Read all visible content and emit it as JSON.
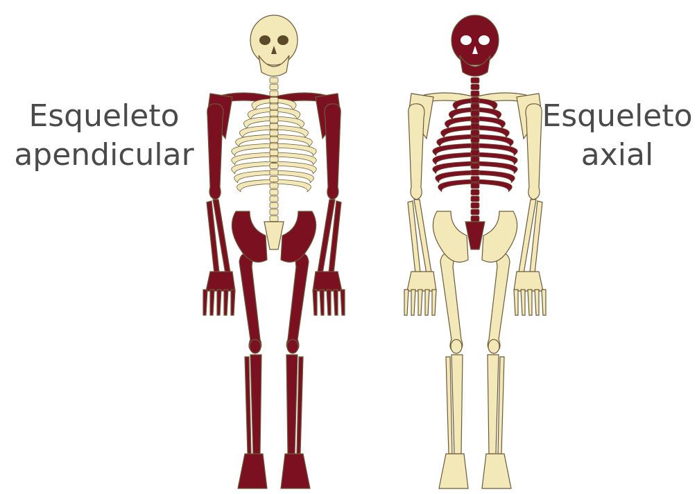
{
  "labels": {
    "appendicular": {
      "line1": "Esqueleto",
      "line2": "apendicular"
    },
    "axial": {
      "line1": "Esqueleto",
      "line2": "axial"
    }
  },
  "colors": {
    "highlight": "#7a1020",
    "bone": "#f3e8b8",
    "bone_shadow": "#d8c8a0",
    "text": "#4a4a4a"
  },
  "figures": [
    {
      "name": "appendicular-skeleton",
      "highlighted_region": "appendicular"
    },
    {
      "name": "axial-skeleton",
      "highlighted_region": "axial"
    }
  ]
}
